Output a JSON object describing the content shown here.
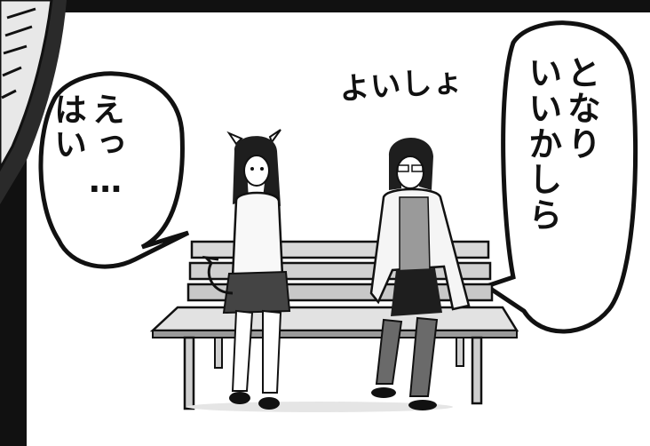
{
  "panel": {
    "left_bubble_lines": [
      "えっ…",
      "はい"
    ],
    "right_bubble_lines": [
      "となり",
      "いいかしら"
    ],
    "sfx": "よいしょ"
  }
}
